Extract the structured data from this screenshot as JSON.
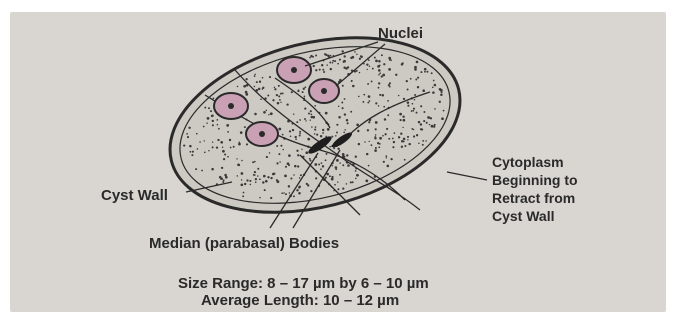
{
  "labels": {
    "nuclei": "Nuclei",
    "cytoplasm": [
      "Cytoplasm",
      "Beginning to",
      "Retract from",
      "Cyst Wall"
    ],
    "cyst_wall": "Cyst Wall",
    "median_bodies": "Median (parabasal) Bodies",
    "size_range": "Size Range: 8 – 17 µm by 6 – 10 µm",
    "average_length": "Average Length: 10 – 12 µm"
  },
  "colors": {
    "background": "#d9d6d1",
    "cyst_fill": "#c9c6c1",
    "nucleus_fill": "#c9a0b4",
    "nucleus_outline": "#2a2a2a",
    "ink": "#2a2a2a"
  }
}
